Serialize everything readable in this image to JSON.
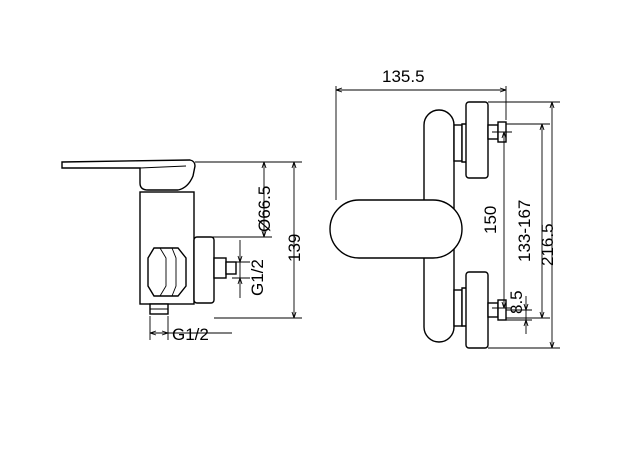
{
  "dimensions": {
    "overall_width": "135.5",
    "handle_diameter": "Ø66.5",
    "height_side": "139",
    "inlet_thread_side": "G1/2",
    "outlet_thread": "G1/2",
    "inlet_spacing": "150",
    "inlet_range": "133-167",
    "overall_height": "216.5",
    "eccentric_offset": "8.5"
  }
}
